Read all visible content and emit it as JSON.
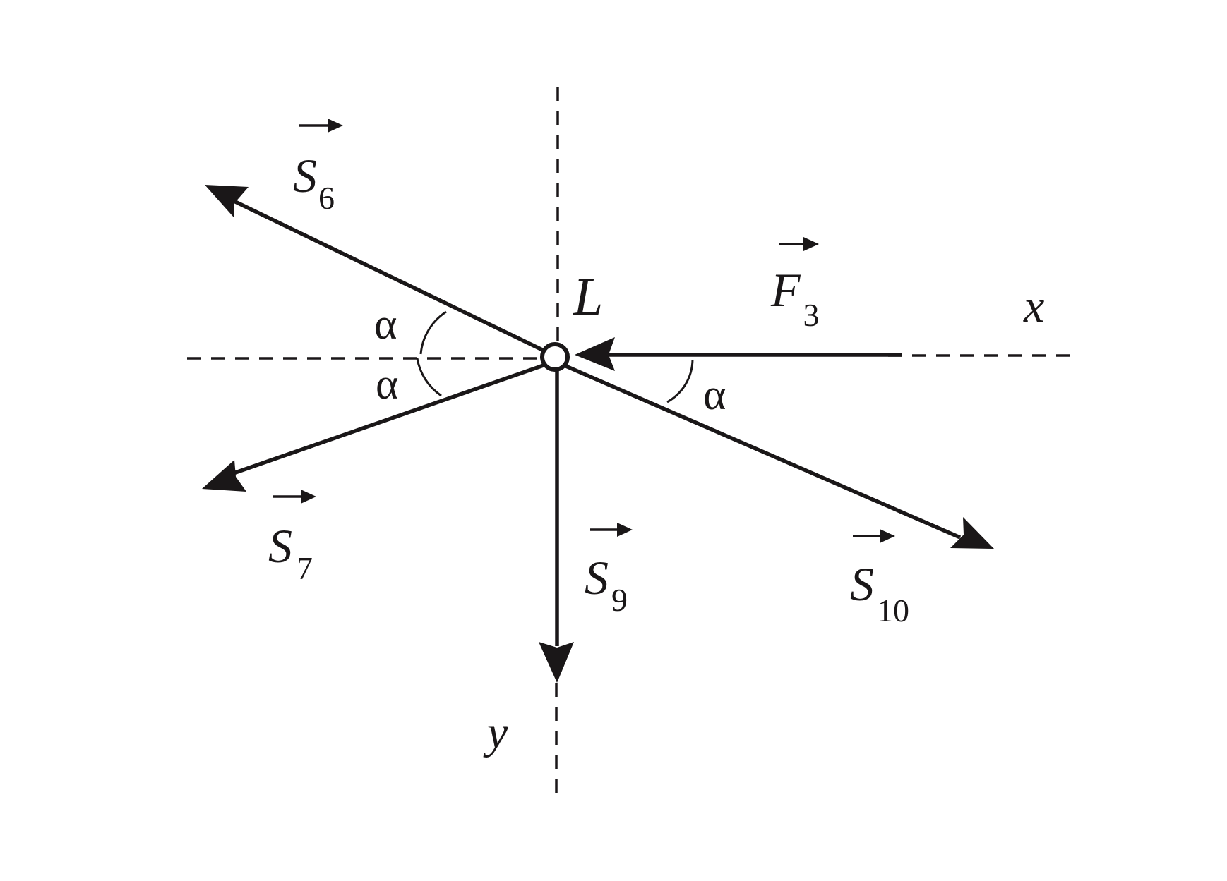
{
  "diagram": {
    "node_label": "L",
    "axis_x_label": "x",
    "axis_y_label": "y",
    "angle_symbol": "α",
    "colors": {
      "ink": "#1a1718",
      "background": "#ffffff"
    },
    "vectors": [
      {
        "id": "S6",
        "letter": "S",
        "subscript": "6",
        "direction": "upper-left",
        "has_arrow_accent": true
      },
      {
        "id": "S7",
        "letter": "S",
        "subscript": "7",
        "direction": "lower-left",
        "has_arrow_accent": true
      },
      {
        "id": "S9",
        "letter": "S",
        "subscript": "9",
        "direction": "down",
        "has_arrow_accent": true
      },
      {
        "id": "S10",
        "letter": "S",
        "subscript": "10",
        "direction": "lower-right",
        "has_arrow_accent": true
      },
      {
        "id": "F3",
        "letter": "F",
        "subscript": "3",
        "direction": "toward node from right",
        "has_arrow_accent": true
      }
    ]
  }
}
